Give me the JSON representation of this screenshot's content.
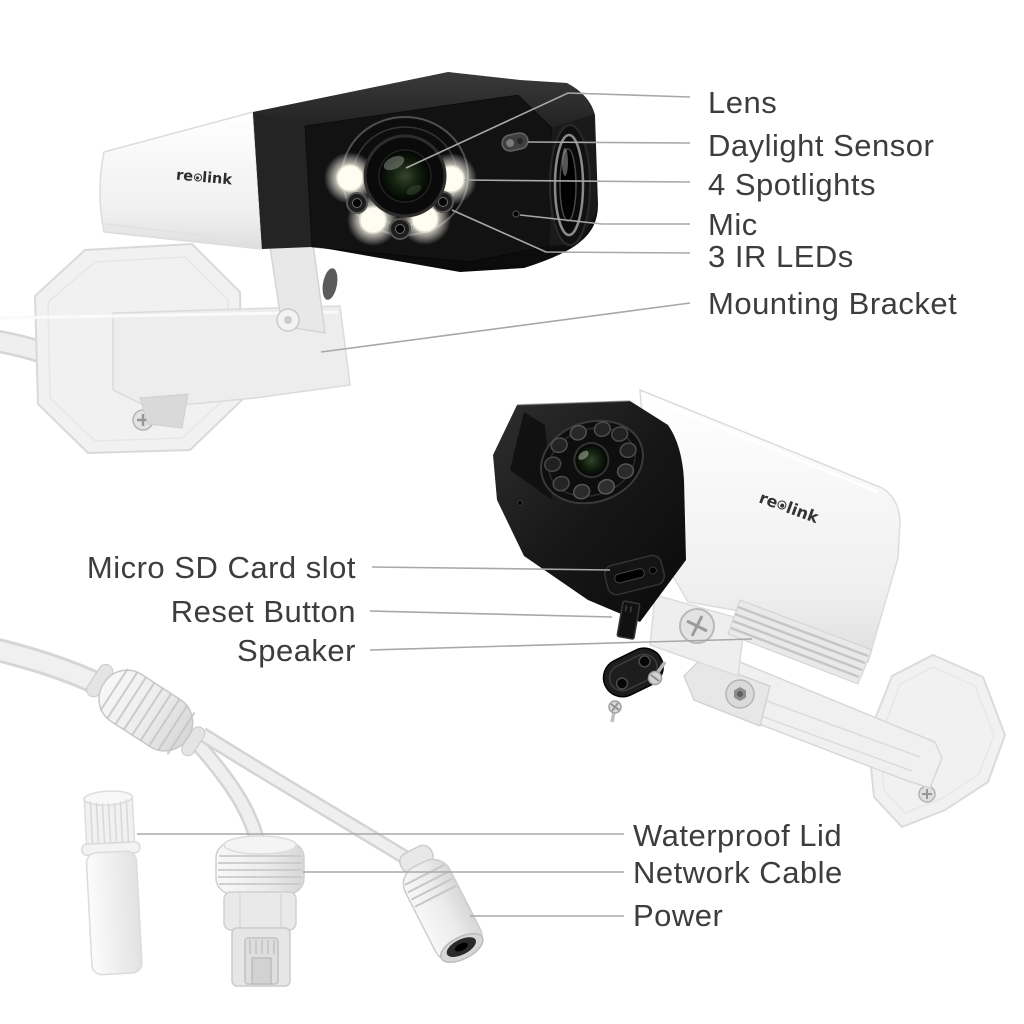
{
  "brand": {
    "prefix": "re",
    "suffix": "link",
    "full": "reolink"
  },
  "labels": {
    "front": [
      "Lens",
      "Daylight Sensor",
      "4 Spotlights",
      "Mic",
      "3 IR LEDs",
      "Mounting Bracket"
    ],
    "underside": [
      "Micro SD Card slot",
      "Reset Button",
      "Speaker"
    ],
    "cable": [
      "Waterproof Lid",
      "Network Cable",
      "Power"
    ]
  },
  "colors": {
    "background": "#ffffff",
    "label_text": "#3d3d3d",
    "leader_line": "#a8a8a8",
    "camera_white": "#f2f2f2",
    "camera_black": "#161616",
    "spotlight": "#fffdf2"
  }
}
